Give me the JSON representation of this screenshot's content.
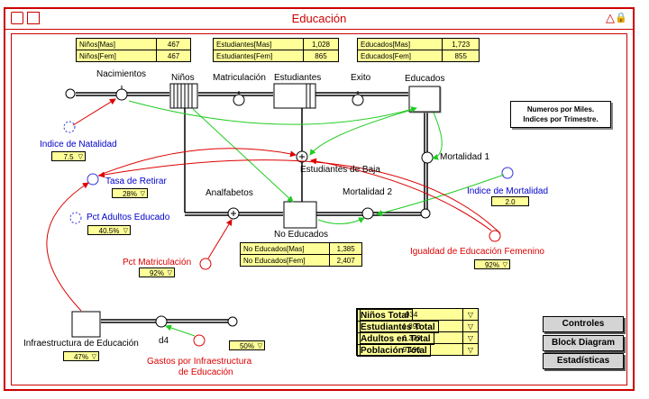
{
  "window": {
    "title": "Educación"
  },
  "colors": {
    "frame": "#cc0000",
    "flow_link": "#22cc22",
    "info_link": "#dd0000",
    "converter": "#0000cc",
    "table_bg": "#ffff99"
  },
  "icons": [
    "window-icon",
    "grid-icon",
    "zoom-up-icon",
    "lock-icon"
  ],
  "top_tables": [
    {
      "rows": [
        {
          "label": "Niños[Mas]",
          "value": "467"
        },
        {
          "label": "Niños[Fem]",
          "value": "467"
        }
      ]
    },
    {
      "rows": [
        {
          "label": "Estudiantes[Mas]",
          "value": "1,028"
        },
        {
          "label": "Estudiantes[Fem]",
          "value": "865"
        }
      ]
    },
    {
      "rows": [
        {
          "label": "Educados[Mas]",
          "value": "1,723"
        },
        {
          "label": "Educados[Fem]",
          "value": "855"
        }
      ]
    }
  ],
  "note": {
    "line1": "Numeros por Miles.",
    "line2": "Indices por Trimestre."
  },
  "stocks": {
    "ninos": "Niños",
    "estudiantes": "Estudiantes",
    "educados": "Educados",
    "no_educados": "No Educados",
    "infra": "Infraestructura de Educación"
  },
  "flows": {
    "nacimientos": "Nacimientos",
    "matriculacion": "Matriculación",
    "exito": "Exito",
    "estudiantes_baja": "Estudiantes de Baja",
    "analfabetos": "Analfabetos",
    "mortalidad1": "Mortalidad 1",
    "mortalidad2": "Mortalidad 2",
    "d4": "d4"
  },
  "converters": {
    "indice_natalidad": {
      "label": "Indice de Natalidad",
      "value": "7.5"
    },
    "tasa_retirar": {
      "label": "Tasa de Retirar",
      "value": "28%"
    },
    "pct_adultos": {
      "label": "Pct Adultos Educado",
      "value": "40.5%"
    },
    "pct_matric": {
      "label": "Pct Matriculación",
      "value": "92%"
    },
    "indice_mortalidad": {
      "label": "Indice de Mortalidad",
      "value": "2.0"
    },
    "igualdad": {
      "label": "Igualdad de Educación Femenino",
      "value": "92%"
    },
    "gastos": {
      "label1": "Gastos por Infraestructura",
      "label2": "de Educación",
      "value": "50%"
    },
    "infra_value": "47%"
  },
  "no_educados_table": [
    {
      "label": "No Educados[Mas]",
      "value": "1,385"
    },
    {
      "label": "No Educados[Fem]",
      "value": "2,407"
    }
  ],
  "totals_table": [
    {
      "label": "Niños Total",
      "value": "934"
    },
    {
      "label": "Estudiantes Total",
      "value": "1,893"
    },
    {
      "label": "Adultos en Total",
      "value": "6,370"
    },
    {
      "label": "Población Total",
      "value": "9,196"
    }
  ],
  "buttons": {
    "controles": "Controles",
    "block_diagram": "Block Diagram",
    "estadisticas": "Estadísticas"
  }
}
